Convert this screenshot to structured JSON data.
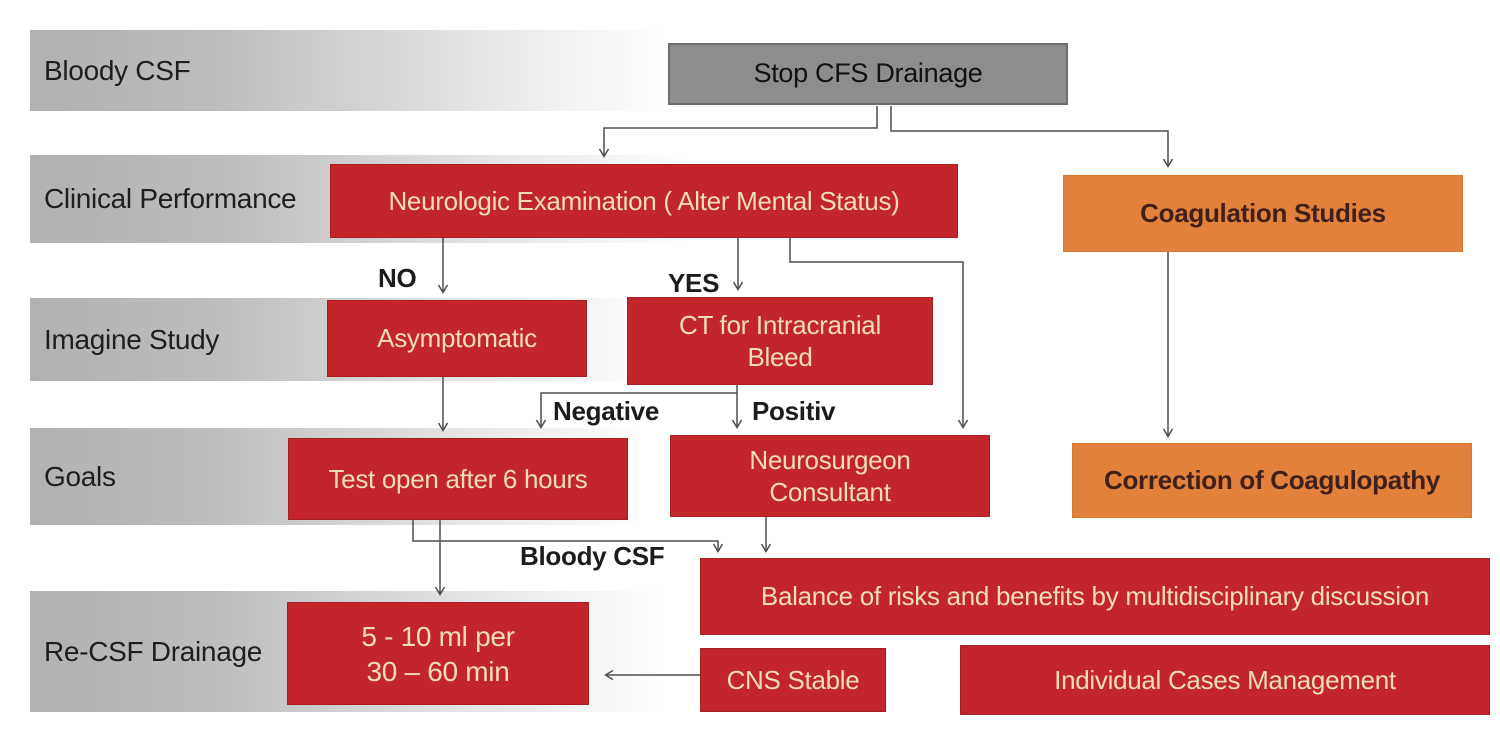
{
  "colors": {
    "red_box": "#c2262b",
    "orange_box": "#e2813c",
    "gray_box": "#8d8d8d",
    "cream_text": "#f1ddb8",
    "orange_box_text": "#42201a",
    "row_bar_gray": "#b1b1b1",
    "connector": "#4f4f4f"
  },
  "rows": [
    {
      "label": "Bloody CSF"
    },
    {
      "label": "Clinical Performance"
    },
    {
      "label": "Imagine Study"
    },
    {
      "label": "Goals"
    },
    {
      "label": "Re-CSF Drainage"
    }
  ],
  "nodes": {
    "stop_drainage": {
      "label": "Stop CFS Drainage"
    },
    "neurologic_exam": {
      "label": "Neurologic Examination ( Alter Mental Status)"
    },
    "coagulation_studies": {
      "label": "Coagulation Studies"
    },
    "asymptomatic": {
      "label": "Asymptomatic"
    },
    "ct_intracranial": {
      "label": "CT for Intracranial Bleed"
    },
    "test_open": {
      "label": "Test open after 6 hours"
    },
    "neurosurgeon": {
      "label": "Neurosurgeon Consultant"
    },
    "correction_coagulopathy": {
      "label": "Correction of Coagulopathy"
    },
    "balance_risks": {
      "label": "Balance of risks and benefits by multidisciplinary discussion"
    },
    "drainage_rate": {
      "line1": "5 - 10 ml per",
      "line2": "30 – 60 min"
    },
    "cns_stable": {
      "label": "CNS Stable"
    },
    "individual_cases": {
      "label": "Individual Cases Management"
    }
  },
  "edge_labels": {
    "no": "NO",
    "yes": "YES",
    "negative": "Negative",
    "positiv": "Positiv",
    "bloody_csf": "Bloody CSF"
  }
}
